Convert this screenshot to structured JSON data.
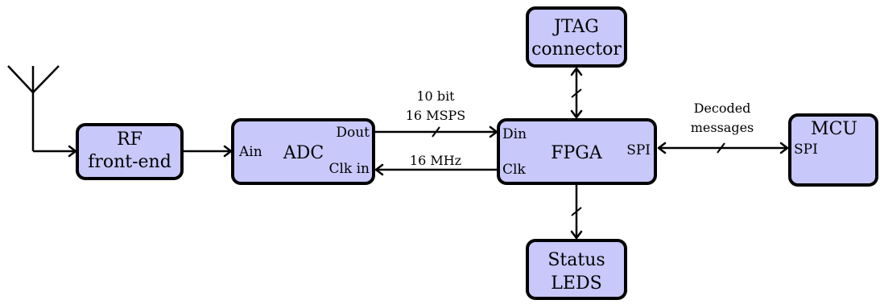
{
  "blocks": {
    "rf": {
      "line1": "RF",
      "line2": "front-end"
    },
    "adc": {
      "title": "ADC",
      "port_ain": "Ain",
      "port_dout": "Dout",
      "port_clkin": "Clk in"
    },
    "fpga": {
      "title": "FPGA",
      "port_din": "Din",
      "port_clk": "Clk",
      "port_spi": "SPI"
    },
    "jtag": {
      "line1": "JTAG",
      "line2": "connector"
    },
    "status": {
      "line1": "Status",
      "line2": "LEDS"
    },
    "mcu": {
      "title": "MCU",
      "port_spi": "SPI"
    }
  },
  "links": {
    "adc_to_fpga": {
      "line1": "10 bit",
      "line2": "16 MSPS"
    },
    "clock": {
      "label": "16 MHz"
    },
    "spi_bus": {
      "line1": "Decoded",
      "line2": "messages"
    }
  }
}
